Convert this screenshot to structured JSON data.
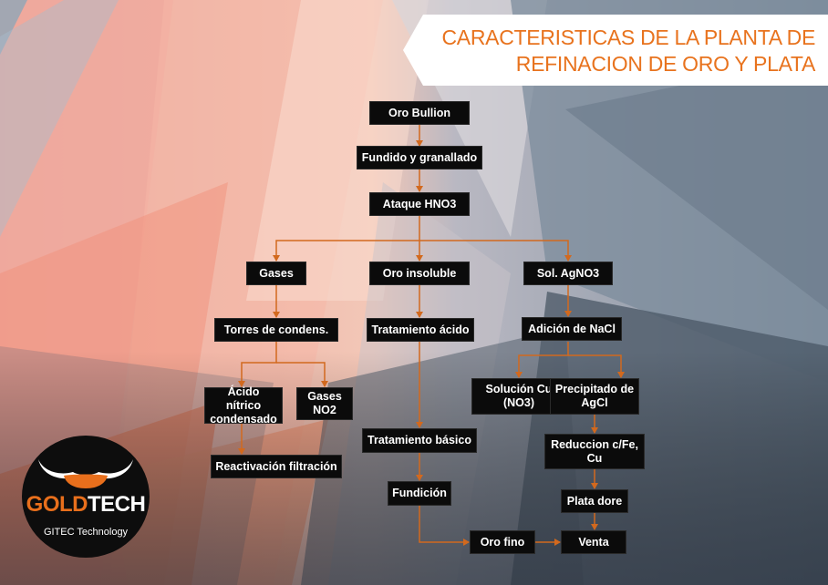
{
  "title": {
    "line1": "CARACTERISTICAS DE LA PLANTA DE",
    "line2": "REFINACION DE ORO Y PLATA"
  },
  "nodes": {
    "oro_bullion": "Oro Bullion",
    "fundido": "Fundido y granallado",
    "ataque": "Ataque HNO3",
    "gases": "Gases",
    "oro_insoluble": "Oro insoluble",
    "sol_agno3": "Sol. AgNO3",
    "torres": "Torres de condens.",
    "tratamiento_acido": "Tratamiento ácido",
    "adicion_nacl": "Adición de NaCl",
    "acido_nitrico": "Ácido nítrico condensado",
    "gases_no2": "Gases NO2",
    "solucion_cu": "Solución Cu (NO3)",
    "precipitado_agcl": "Precipitado de AgCl",
    "reactivacion": "Reactivación filtración",
    "tratamiento_basico": "Tratamiento básico",
    "reduccion": "Reduccion c/Fe, Cu",
    "fundicion": "Fundición",
    "plata_dore": "Plata dore",
    "oro_fino": "Oro fino",
    "venta": "Venta"
  },
  "logo": {
    "word_part1": "GOLD",
    "word_part2": "TECH",
    "subtitle": "GITEC Technology"
  },
  "colors": {
    "accent": "#e8731e",
    "arrow": "#d2691e",
    "box": "#0b0b0b"
  }
}
